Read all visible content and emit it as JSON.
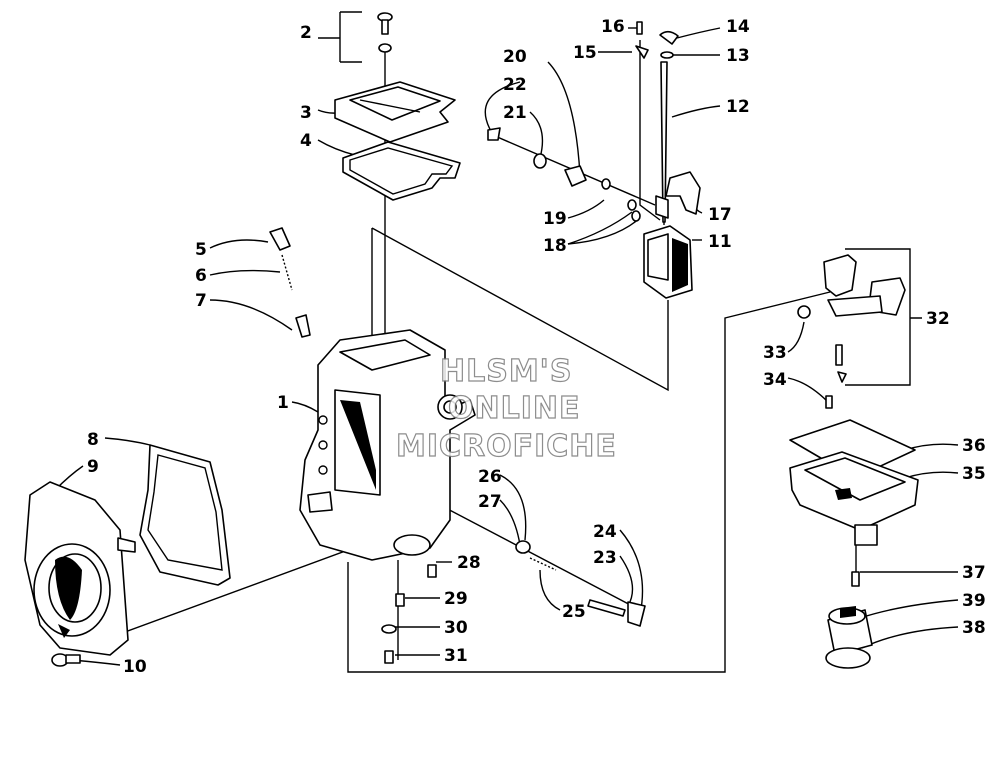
{
  "watermark": {
    "line1": "HLSM'S",
    "line2": "ONLINE",
    "line3": "MICROFICHE"
  },
  "callouts": [
    "1",
    "2",
    "3",
    "4",
    "5",
    "6",
    "7",
    "8",
    "9",
    "10",
    "11",
    "12",
    "13",
    "14",
    "15",
    "16",
    "17",
    "18",
    "19",
    "20",
    "21",
    "22",
    "23",
    "24",
    "25",
    "26",
    "27",
    "28",
    "29",
    "30",
    "31",
    "32",
    "33",
    "34",
    "35",
    "36",
    "37",
    "38",
    "39"
  ]
}
